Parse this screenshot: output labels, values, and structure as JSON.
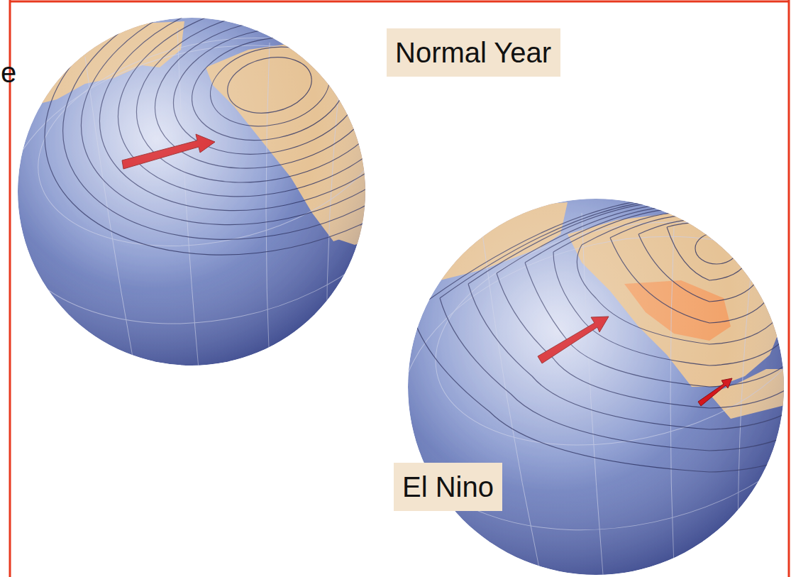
{
  "diagram": {
    "nodes": [
      {
        "text": [
          "Normal Year"
        ]
      },
      {
        "text": [
          "El Nino"
        ]
      }
    ],
    "labels": [
      "e"
    ]
  }
}
